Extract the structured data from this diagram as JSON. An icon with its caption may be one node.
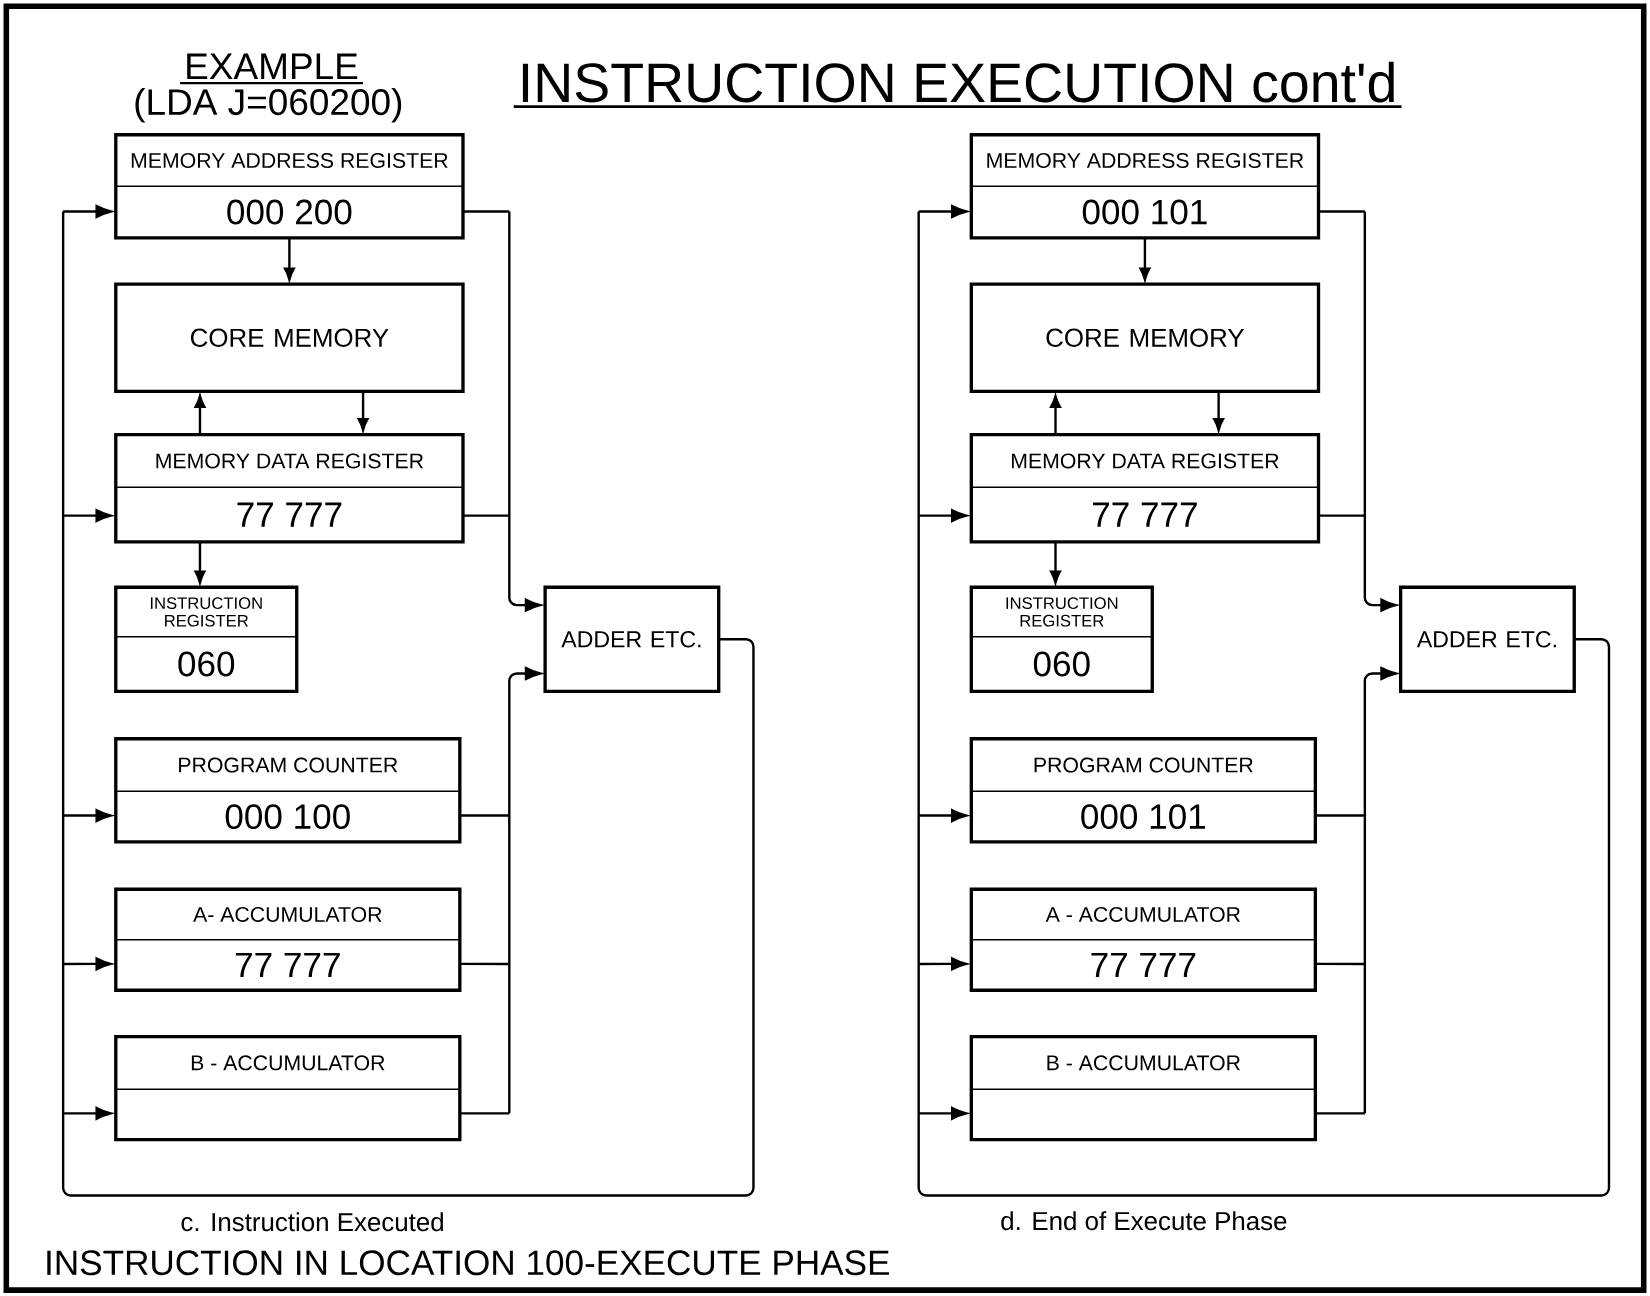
{
  "diagram": {
    "title": "INSTRUCTION EXECUTION cont'd",
    "nodes": [
      {
        "text": [
          "MEMORY ADDRESS REGISTER",
          "000 200"
        ]
      },
      {
        "text": [
          "CORE MEMORY"
        ]
      },
      {
        "text": [
          "MEMORY DATA REGISTER",
          "77 777"
        ]
      },
      {
        "text": [
          "INSTRUCTION REGISTER",
          "060"
        ]
      },
      {
        "text": [
          "PROGRAM COUNTER",
          "000 100"
        ]
      },
      {
        "text": [
          "A- ACCUMULATOR",
          "77 777"
        ]
      },
      {
        "text": [
          "B - ACCUMULATOR"
        ]
      },
      {
        "text": [
          "ADDER ETC."
        ]
      },
      {
        "text": [
          "MEMORY ADDRESS REGISTER",
          "000 101"
        ]
      },
      {
        "text": [
          "CORE MEMORY"
        ]
      },
      {
        "text": [
          "MEMORY DATA REGISTER",
          "77 777"
        ]
      },
      {
        "text": [
          "INSTRUCTION REGISTER",
          "060"
        ]
      },
      {
        "text": [
          "PROGRAM COUNTER",
          "000 101"
        ]
      },
      {
        "text": [
          "A - ACCUMULATOR",
          "77 777"
        ]
      },
      {
        "text": [
          "B - ACCUMULATOR"
        ]
      },
      {
        "text": [
          "ADDER ETC."
        ]
      }
    ],
    "edges": [
      {
        "from": 0,
        "to": 1,
        "arrow": "to"
      },
      {
        "from": 1,
        "to": 2,
        "arrow": "to"
      },
      {
        "from": 2,
        "to": 1,
        "arrow": "to"
      },
      {
        "from": 2,
        "to": 3,
        "arrow": "to"
      },
      {
        "from": 0,
        "to": 7,
        "arrow": "to"
      },
      {
        "from": 2,
        "to": 7,
        "arrow": "to"
      },
      {
        "from": 4,
        "to": 7,
        "arrow": "to"
      },
      {
        "from": 5,
        "to": 7,
        "arrow": "to"
      },
      {
        "from": 6,
        "to": 7,
        "arrow": "to"
      },
      {
        "from": 7,
        "to": 0,
        "arrow": "to"
      },
      {
        "from": 7,
        "to": 2,
        "arrow": "to"
      },
      {
        "from": 7,
        "to": 4,
        "arrow": "to"
      },
      {
        "from": 7,
        "to": 5,
        "arrow": "to"
      },
      {
        "from": 7,
        "to": 6,
        "arrow": "to"
      },
      {
        "from": 8,
        "to": 9,
        "arrow": "to"
      },
      {
        "from": 9,
        "to": 10,
        "arrow": "to"
      },
      {
        "from": 10,
        "to": 9,
        "arrow": "to"
      },
      {
        "from": 10,
        "to": 11,
        "arrow": "to"
      },
      {
        "from": 8,
        "to": 15,
        "arrow": "to"
      },
      {
        "from": 10,
        "to": 15,
        "arrow": "to"
      },
      {
        "from": 12,
        "to": 15,
        "arrow": "to"
      },
      {
        "from": 13,
        "to": 15,
        "arrow": "to"
      },
      {
        "from": 14,
        "to": 15,
        "arrow": "to"
      },
      {
        "from": 15,
        "to": 8,
        "arrow": "to"
      },
      {
        "from": 15,
        "to": 10,
        "arrow": "to"
      },
      {
        "from": 15,
        "to": 12,
        "arrow": "to"
      },
      {
        "from": 15,
        "to": 13,
        "arrow": "to"
      },
      {
        "from": 15,
        "to": 14,
        "arrow": "to"
      }
    ],
    "labels": [
      "EXAMPLE",
      "(LDA J=060200)",
      "c. Instruction Executed",
      "d. End of Execute Phase",
      "INSTRUCTION IN LOCATION 100-EXECUTE PHASE"
    ]
  }
}
